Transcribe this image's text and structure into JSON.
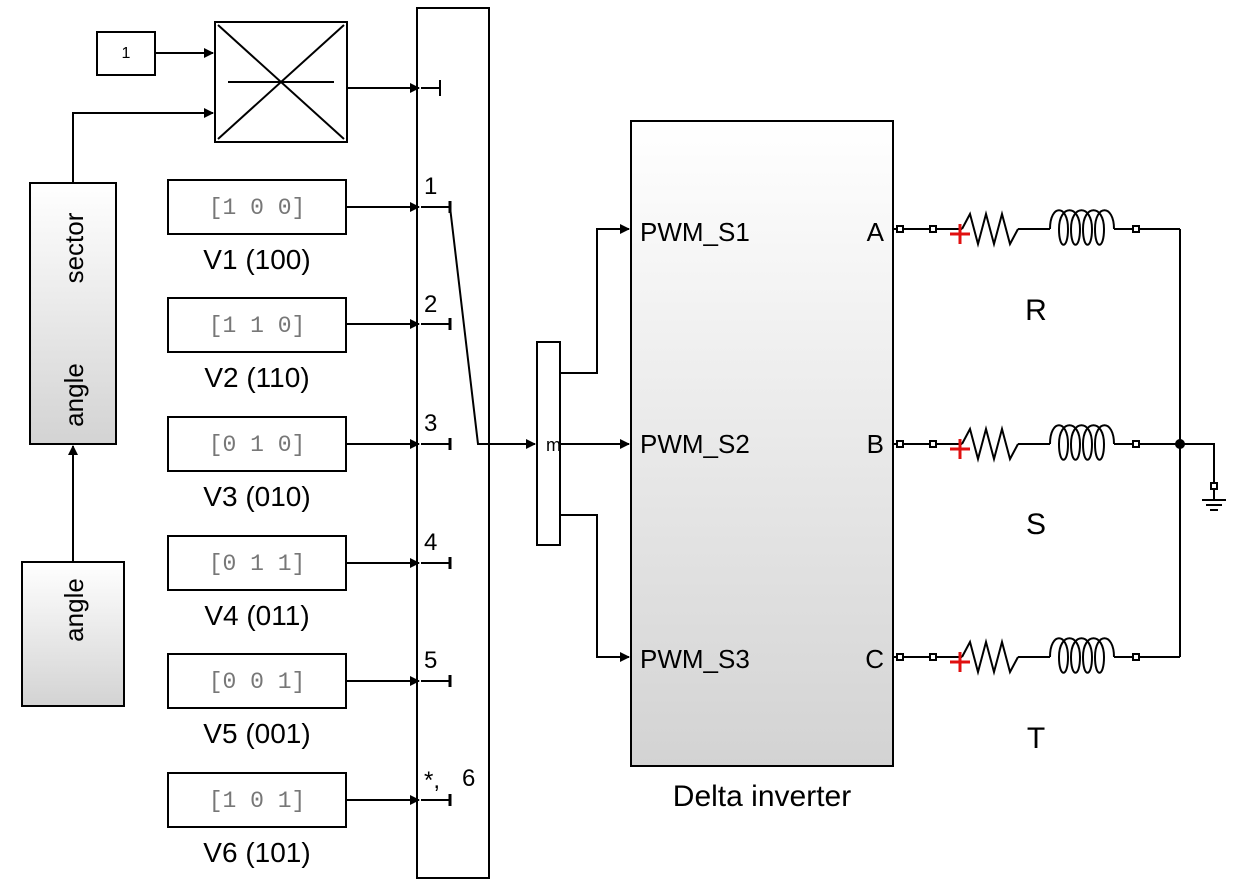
{
  "constant_block": {
    "value": "1"
  },
  "sector_block": {
    "out_label": "sector",
    "in_label": "angle"
  },
  "angle_source": {
    "label": "angle"
  },
  "vectors": [
    {
      "display": "[1 0 0]",
      "label": "V1 (100)"
    },
    {
      "display": "[1 1 0]",
      "label": "V2 (110)"
    },
    {
      "display": "[0 1 0]",
      "label": "V3 (010)"
    },
    {
      "display": "[0 1 1]",
      "label": "V4 (011)"
    },
    {
      "display": "[0 0 1]",
      "label": "V5 (001)"
    },
    {
      "display": "[1 0 1]",
      "label": "V6 (101)"
    }
  ],
  "switch": {
    "ports": [
      "1",
      "2",
      "3",
      "4",
      "5",
      "6"
    ],
    "default_marker": "*,"
  },
  "demux": {
    "label": "m"
  },
  "inverter": {
    "name": "Delta inverter",
    "inputs": [
      "PWM_S1",
      "PWM_S2",
      "PWM_S3"
    ],
    "outputs": [
      "A",
      "B",
      "C"
    ]
  },
  "loads": [
    "R",
    "S",
    "T"
  ]
}
